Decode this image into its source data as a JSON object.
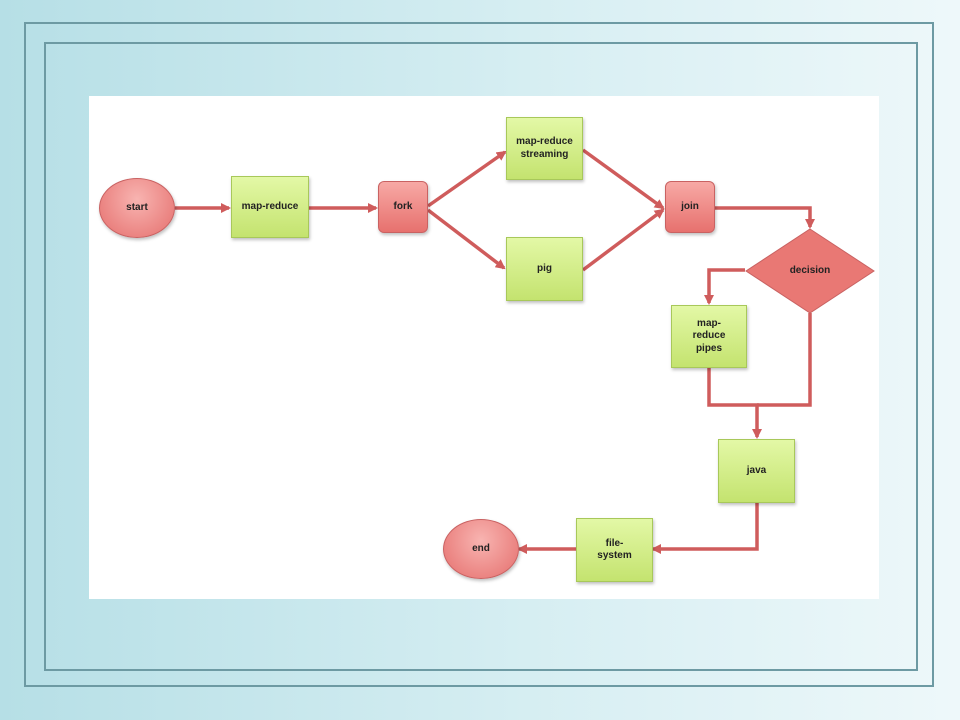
{
  "diagram": {
    "nodes": {
      "start": "start",
      "map_reduce": "map-reduce",
      "fork": "fork",
      "streaming": "map-reduce streaming",
      "pig": "pig",
      "join": "join",
      "decision": "decision",
      "pipes": "map- reduce pipes",
      "java": "java",
      "file_system": "file- system",
      "end": "end"
    },
    "colors": {
      "action_fill": "#c4e36f",
      "control_fill": "#e7716e",
      "arrow": "#cf5c5c"
    }
  }
}
